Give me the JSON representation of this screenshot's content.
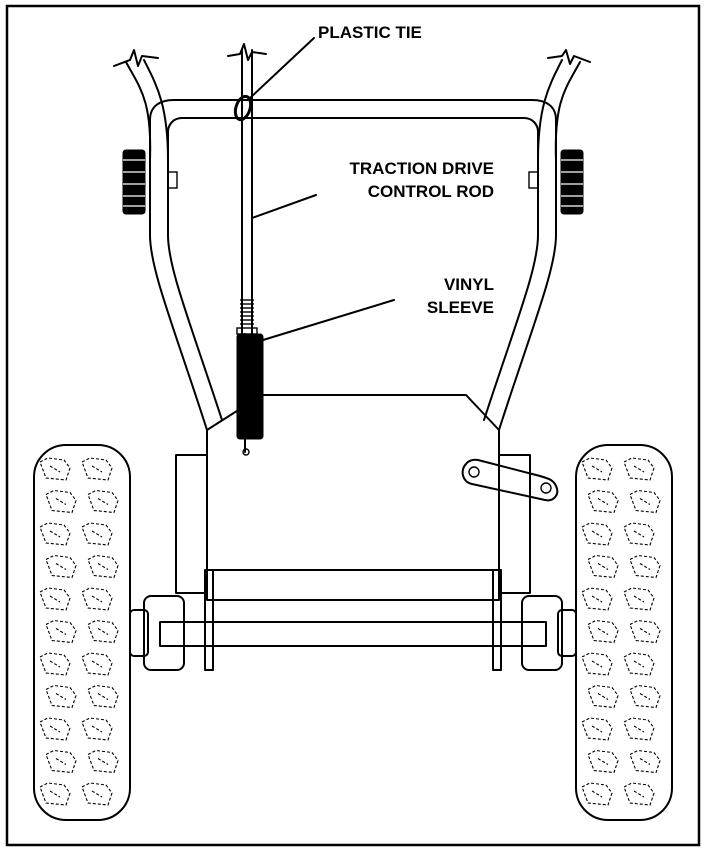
{
  "labels": {
    "plastic_tie": "PLASTIC TIE",
    "control_rod_line1": "TRACTION DRIVE",
    "control_rod_line2": "CONTROL ROD",
    "vinyl_sleeve_line1": "VINYL",
    "vinyl_sleeve_line2": "SLEEVE"
  },
  "colors": {
    "ink": "#000000",
    "paper": "#ffffff"
  }
}
